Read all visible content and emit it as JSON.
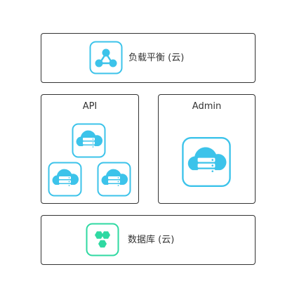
{
  "load_balancer": {
    "label": "负载平衡 (云)",
    "icon": "load-balancer-icon"
  },
  "api": {
    "title": "API",
    "servers": [
      {
        "icon": "cloud-server-icon"
      },
      {
        "icon": "cloud-server-icon"
      },
      {
        "icon": "cloud-server-icon"
      }
    ]
  },
  "admin": {
    "title": "Admin",
    "servers": [
      {
        "icon": "cloud-server-icon"
      }
    ]
  },
  "database": {
    "label": "数据库 (云)",
    "icon": "database-hexagon-icon"
  },
  "colors": {
    "border": "#333333",
    "cloud_blue": "#3cc3ea",
    "db_green": "#2fd9a2"
  }
}
